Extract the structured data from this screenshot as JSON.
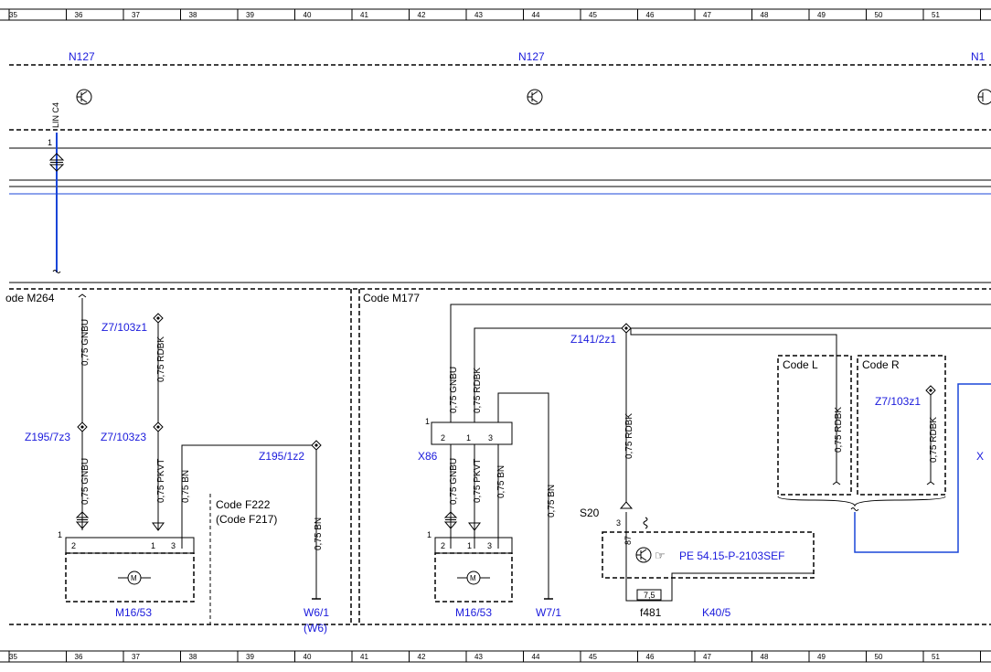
{
  "grid_top": [
    "35",
    "36",
    "37",
    "38",
    "39",
    "40",
    "41",
    "42",
    "43",
    "44",
    "45",
    "46",
    "47",
    "48",
    "49",
    "50",
    "51"
  ],
  "grid_bottom": [
    "35",
    "36",
    "37",
    "38",
    "39",
    "40",
    "41",
    "42",
    "43",
    "44",
    "45",
    "46",
    "47",
    "48",
    "49",
    "50",
    "51"
  ],
  "colors": {
    "wire_blue": "#1a46d8",
    "label_blue": "#1a1adc",
    "wire_black": "#000000"
  },
  "header": {
    "n127_a": "N127",
    "n127_b": "N127",
    "n127_c": "N1",
    "lin_label": "LIN C4",
    "pin_1": "1"
  },
  "left_section": {
    "code": "ode M264",
    "w_gnbu_top": "0,75 GNBU",
    "z7_103z1": "Z7/103z1",
    "w_rdbk": "0,75 RDBK",
    "z195_7z3": "Z195/7z3",
    "z7_103z3": "Z7/103z3",
    "w_gnbu_bot": "0,75 GNBU",
    "w_pkvt": "0,75 PKVT",
    "w_bn": "0,75 BN",
    "z195_1z2": "Z195/1z2",
    "w_bn_w6": "0,75 BN",
    "code_f222": "Code F222",
    "code_f217": "(Code F217)",
    "m16_53": "M16/53",
    "w6_1": "W6/1",
    "w6": "(W6)",
    "pin1": "1",
    "pin2": "2",
    "pin1b": "1",
    "pin3": "3"
  },
  "mid_section": {
    "code": "Code M177",
    "w_gnbu_top": "0,75 GNBU",
    "w_rdbk_top": "0,75 RDBK",
    "x86": "X86",
    "x86_pin1": "1",
    "x86_p2": "2",
    "x86_p1": "1",
    "x86_p3": "3",
    "w_gnbu": "0,75 GNBU",
    "w_pkvt": "0,75 PKVT",
    "w_bn": "0,75 BN",
    "w_bn_w7": "0,75 BN",
    "m16_53": "M16/53",
    "w7_1": "W7/1",
    "pin1": "1",
    "pin2": "2",
    "pin1b": "1",
    "pin3": "3"
  },
  "right_section": {
    "z141_2z1": "Z141/2z1",
    "w_rdbk": "0,75 RDBK",
    "s20": "S20",
    "s20_pin": "3",
    "pin87": "87",
    "pe_ref": "PE 54.15-P-2103SEF",
    "fuse_val": "7,5",
    "f481": "f481",
    "k40_5": "K40/5",
    "code_l": "Code L",
    "code_r": "Code R",
    "w_rdbk_l": "0,75 RDBK",
    "z7_103z1": "Z7/103z1",
    "w_rdbk_r": "0,75 RDBK",
    "x_cut": "X"
  }
}
